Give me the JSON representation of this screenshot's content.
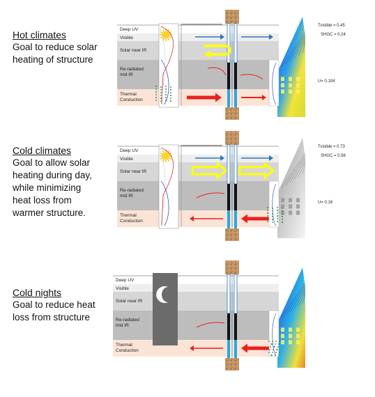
{
  "panels": [
    {
      "heading": "Hot climates",
      "goal": [
        "Goal to reduce solar",
        "heating of structure"
      ],
      "bands": [
        "Deep UV",
        "Visible",
        "Solar near IR",
        "Re-radiated\nmid IR",
        "Thermal\nConduction"
      ],
      "values": [
        "Tvisible = 0.45",
        "SHGC = 0.24",
        "U= 0.104"
      ]
    },
    {
      "heading": "Cold climates",
      "goal": [
        "Goal to allow solar",
        "heating during day,",
        "while minimizing",
        "heat loss from",
        "warmer structure."
      ],
      "bands": [
        "Deep UV",
        "Visible",
        "Solar near IR",
        "Re-radiated\nmid IR",
        "Thermal\nConduction"
      ],
      "values": [
        "Tvisible = 0.73",
        "SHGC = 0.56",
        "U= 0.16"
      ]
    },
    {
      "heading": "Cold nights",
      "goal": [
        "Goal to reduce heat",
        "loss from structure"
      ],
      "bands": [
        "Deep UV",
        "Visible",
        "Solar near IR",
        "Re-radiated\nmid IR",
        "Thermal\nConduction"
      ],
      "values": []
    }
  ],
  "colors": {
    "deep_uv": "#ffffff",
    "visible": "#eeeeee",
    "near_ir": "#d6d6d6",
    "mid_ir": "#bdbdbd",
    "thermal": "#fbe4d6",
    "blue_arrow": "#2e75b6",
    "red_arrow": "#e8201c",
    "yellow_arrow": "#ffff00",
    "glass_blue": "#29a8e0",
    "cork": "#b98a5a",
    "night": "#6b6b6b"
  }
}
